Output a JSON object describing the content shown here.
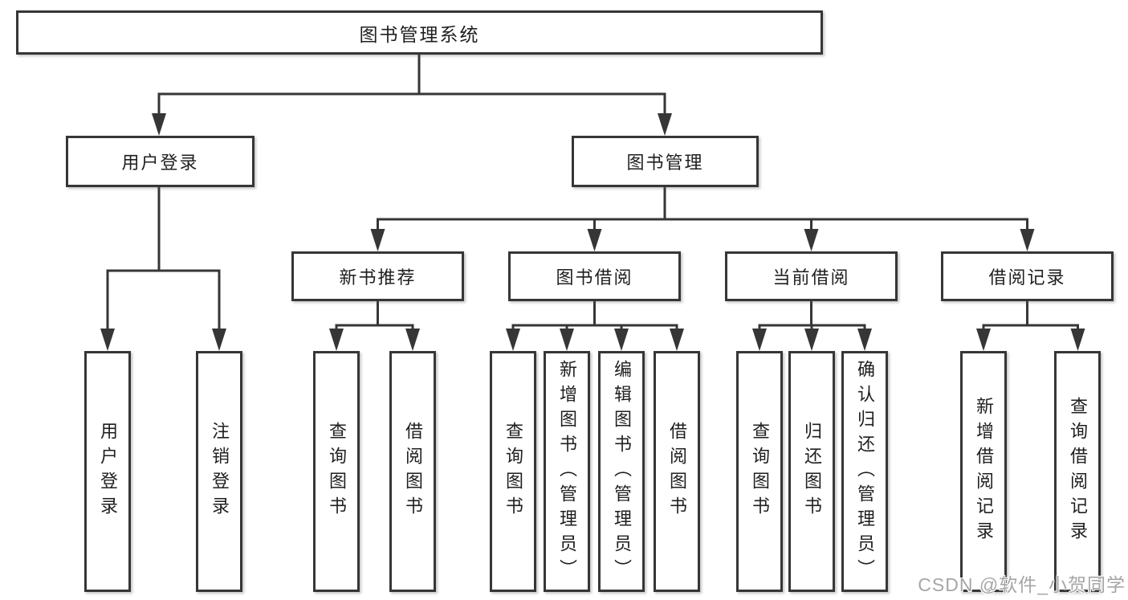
{
  "watermark": "CSDN @软件_小贺同学",
  "colors": {
    "line": "#363636",
    "box_border": "#363636",
    "box_background": "#ffffff",
    "text": "#1f1f1f",
    "watermark_text": "#a6a6a6",
    "page_background": "#ffffff"
  },
  "tree": {
    "root": "图书管理系统",
    "level2": {
      "user_login": "用户登录",
      "book_mgmt": "图书管理"
    },
    "level3": {
      "new_book_rec": "新书推荐",
      "book_borrow": "图书借阅",
      "current_borrow": "当前借阅",
      "borrow_record": "借阅记录"
    },
    "leaves": {
      "user_login": "用户登录",
      "logout": "注销登录",
      "rec_query_book": "查询图书",
      "rec_borrow_book": "借阅图书",
      "borrow_query_book": "查询图书",
      "borrow_add_book": "新增图书（管理员）",
      "borrow_edit_book": "编辑图书（管理员）",
      "borrow_borrow_book": "借阅图书",
      "current_query_book": "查询图书",
      "current_return_book": "归还图书",
      "current_confirm_return": "确认归还（管理员）",
      "record_add_record": "新增借阅记录",
      "record_query_record": "查询借阅记录"
    }
  }
}
